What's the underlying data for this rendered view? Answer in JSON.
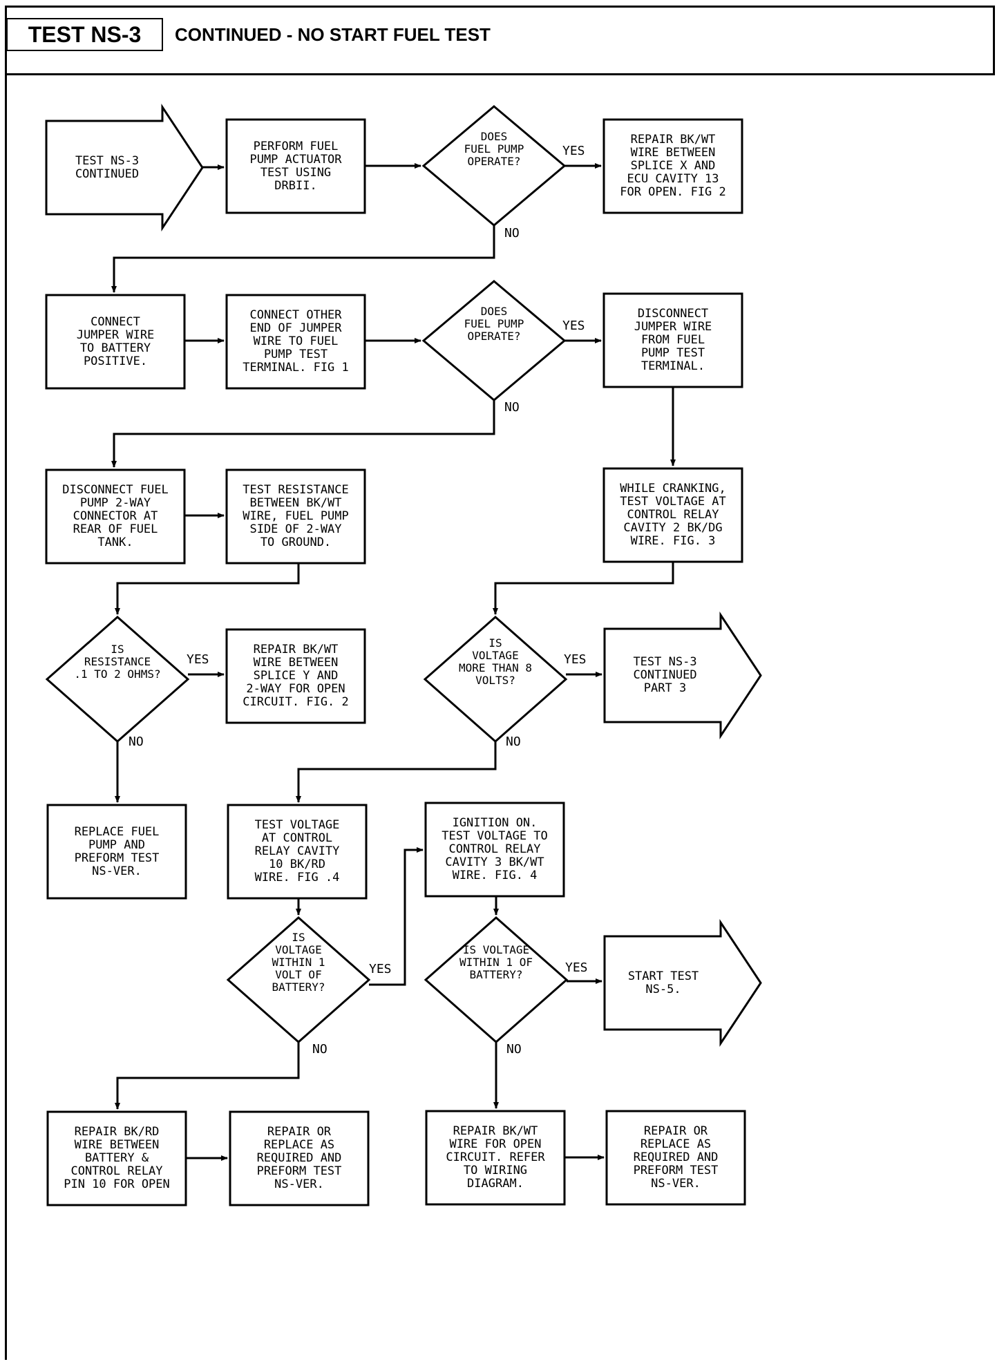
{
  "header": {
    "test_id": "TEST NS-3",
    "title": "CONTINUED - NO START FUEL TEST"
  },
  "labels": {
    "yes": "YES",
    "no": "NO"
  },
  "nodes": {
    "start": "TEST NS-3\nCONTINUED",
    "n1": "PERFORM FUEL\nPUMP ACTUATOR\nTEST USING\nDRBII.",
    "d1": "DOES\nFUEL PUMP\nOPERATE?",
    "n2": "REPAIR BK/WT\nWIRE BETWEEN\nSPLICE X AND\nECU CAVITY 13\nFOR OPEN. FIG 2",
    "n3": "CONNECT\nJUMPER WIRE\nTO BATTERY\nPOSITIVE.",
    "n4": "CONNECT OTHER\nEND OF JUMPER\nWIRE TO FUEL\nPUMP TEST\nTERMINAL. FIG 1",
    "d2": "DOES\nFUEL PUMP\nOPERATE?",
    "n5": "DISCONNECT\nJUMPER WIRE\nFROM FUEL\nPUMP TEST\nTERMINAL.",
    "n6": "DISCONNECT FUEL\nPUMP 2-WAY\nCONNECTOR AT\nREAR OF FUEL\nTANK.",
    "n7": "TEST RESISTANCE\nBETWEEN BK/WT\nWIRE, FUEL PUMP\nSIDE OF 2-WAY\nTO GROUND.",
    "n8": "WHILE CRANKING,\nTEST VOLTAGE AT\nCONTROL RELAY\nCAVITY 2 BK/DG\nWIRE. FIG. 3",
    "d3": "IS\nRESISTANCE\n.1 TO 2 OHMS?",
    "n9": "REPAIR BK/WT\nWIRE BETWEEN\nSPLICE Y AND\n2-WAY FOR OPEN\nCIRCUIT. FIG. 2",
    "d4": "IS\nVOLTAGE\nMORE THAN 8\nVOLTS?",
    "a2": "TEST NS-3\nCONTINUED\nPART 3",
    "n10": "REPLACE FUEL\nPUMP AND\nPREFORM TEST\nNS-VER.",
    "n11": "TEST VOLTAGE\nAT CONTROL\nRELAY CAVITY\n10 BK/RD\nWIRE. FIG .4",
    "n12": "IGNITION ON.\nTEST VOLTAGE TO\nCONTROL RELAY\nCAVITY 3 BK/WT\nWIRE. FIG. 4",
    "d5": "IS\nVOLTAGE\nWITHIN 1\nVOLT OF\nBATTERY?",
    "d6": "IS VOLTAGE\nWITHIN 1 OF\nBATTERY?",
    "a3": "START TEST\nNS-5.",
    "n13": "REPAIR BK/RD\nWIRE BETWEEN\nBATTERY &\nCONTROL RELAY\nPIN 10 FOR OPEN",
    "n14": "REPAIR OR\nREPLACE AS\nREQUIRED AND\nPREFORM TEST\nNS-VER.",
    "n15": "REPAIR BK/WT\nWIRE FOR OPEN\nCIRCUIT. REFER\nTO WIRING\nDIAGRAM.",
    "n16": "REPAIR OR\nREPLACE AS\nREQUIRED AND\nPREFORM TEST\nNS-VER."
  }
}
